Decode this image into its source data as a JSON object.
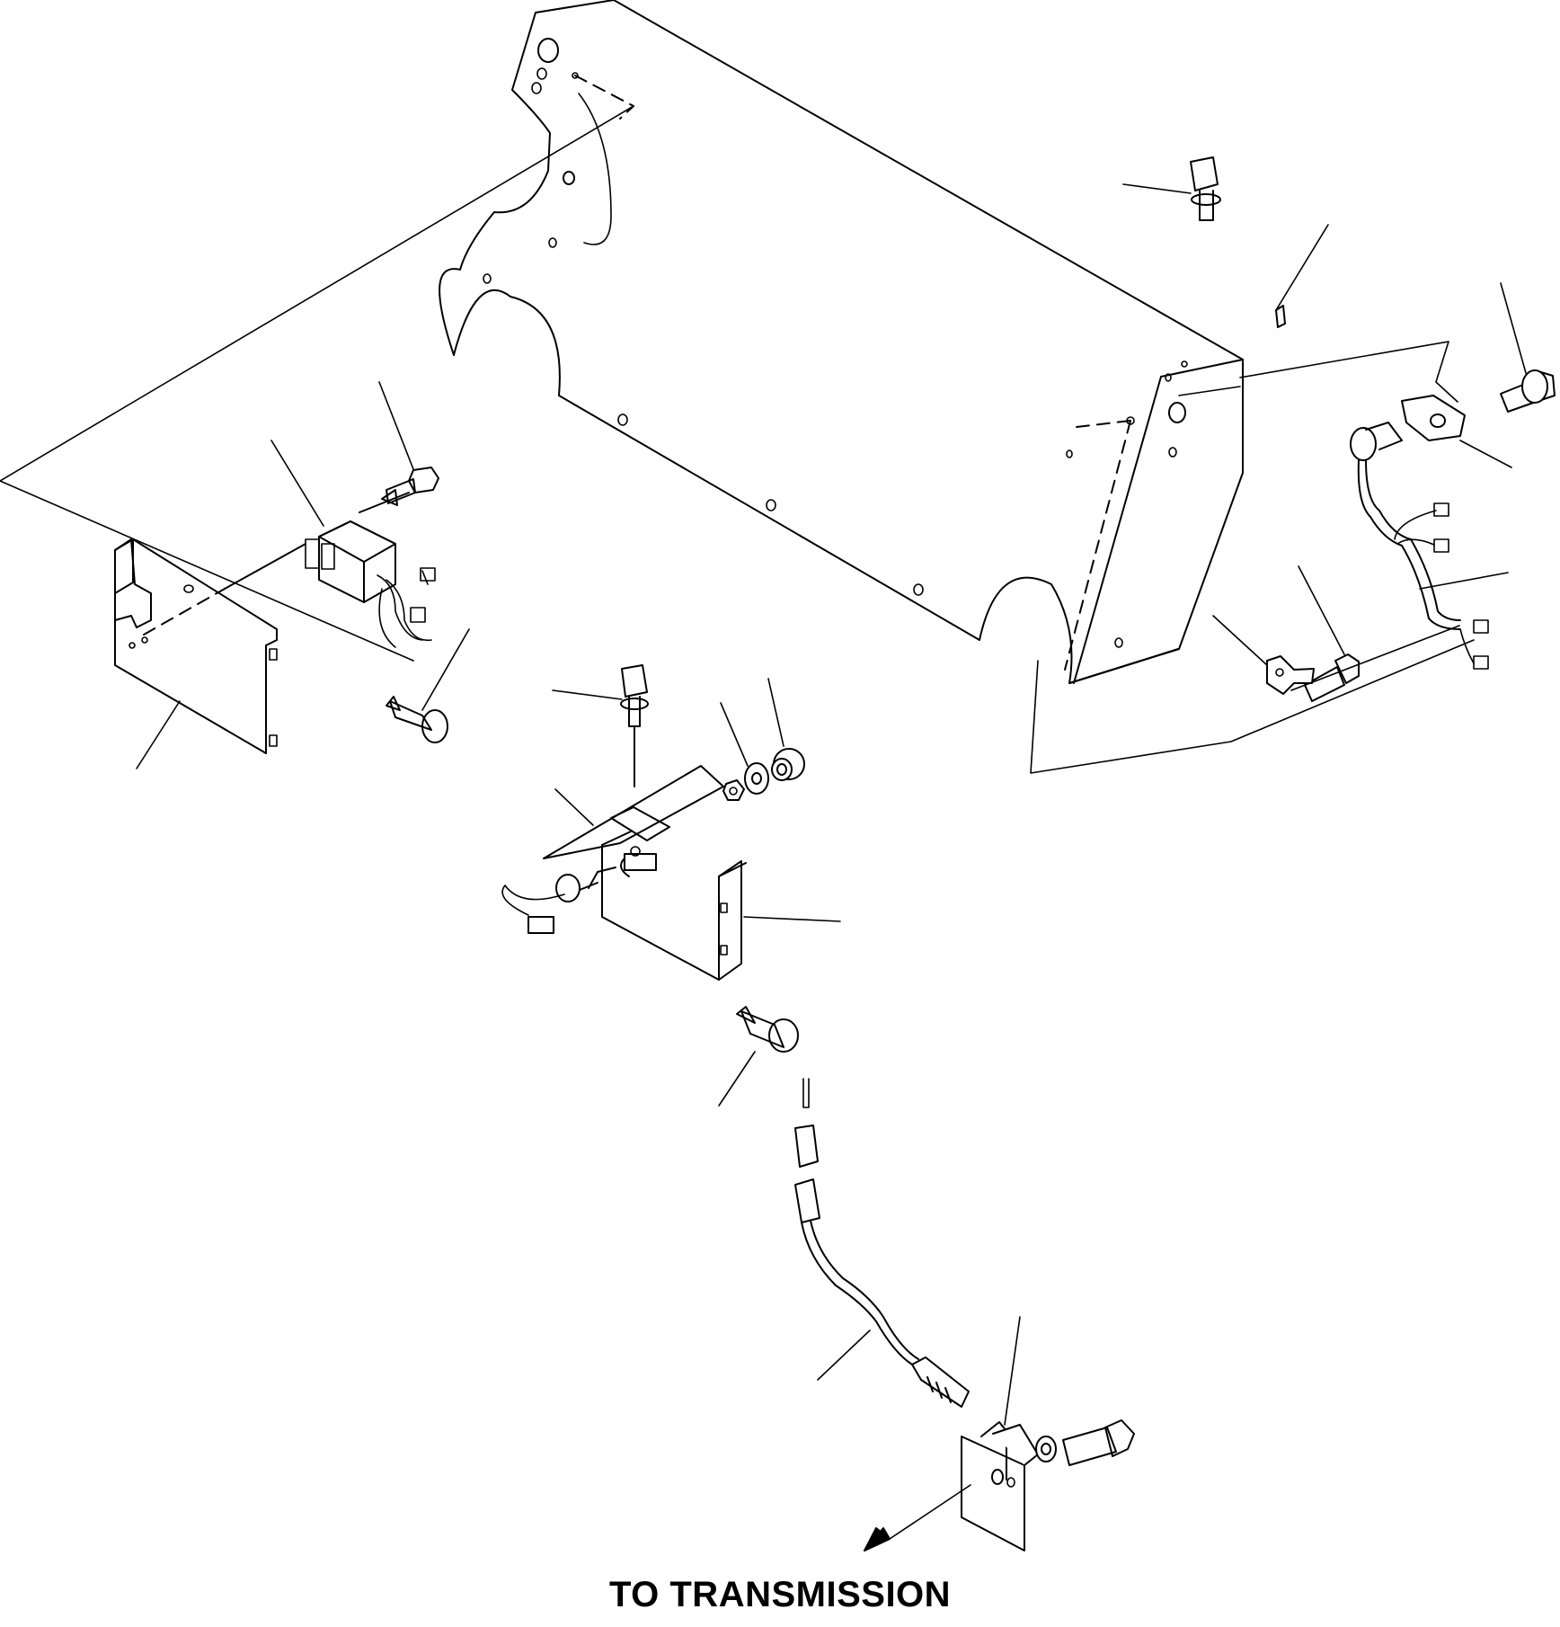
{
  "diagram": {
    "caption": "TO TRANSMISSION",
    "line_color": "#000000",
    "background": "#ffffff",
    "parts": [
      "frame-panel",
      "relay-module",
      "relay-bracket",
      "switch-bracket",
      "rear-bracket",
      "sensor-harness",
      "transmission-sensor",
      "sensor-bracket",
      "mounting-bolt",
      "washer",
      "spacer",
      "nut",
      "connector"
    ]
  }
}
